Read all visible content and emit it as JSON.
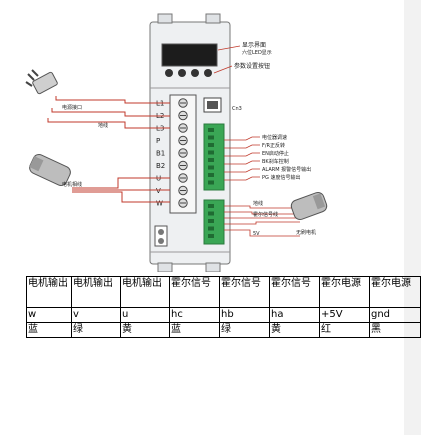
{
  "diagram": {
    "display_label": "显示界面",
    "display_sub": "六位LED显示",
    "param_label": "参数设置按钮",
    "power_label": "电源接口",
    "ground_label": "地线",
    "motor_label": "电机相线",
    "cn3_label": "Cn3",
    "terminals": [
      "L1",
      "L2",
      "L3",
      "P",
      "B1",
      "B2",
      "U",
      "V",
      "W"
    ],
    "signals": [
      "电位器调速",
      "F/R正反转",
      "EN启动停止",
      "BK刹车控制",
      "ALARM 报警信号输出",
      "PG 速度信号输出"
    ],
    "hall_labels": [
      "地线",
      "霍尔信号线",
      "5V"
    ],
    "brushless_label": "无刷电机"
  },
  "table": {
    "headers": [
      "电机输出",
      "电机输出",
      "电机输出",
      "霍尔信号",
      "霍尔信号",
      "霍尔信号",
      "霍尔电源",
      "霍尔电源"
    ],
    "row1": [
      "w",
      "v",
      "u",
      "hc",
      "hb",
      "ha",
      "+5V",
      "gnd"
    ],
    "row2": [
      "蓝",
      "绿",
      "黄",
      "蓝",
      "绿",
      "黄",
      "红",
      "黑"
    ]
  }
}
